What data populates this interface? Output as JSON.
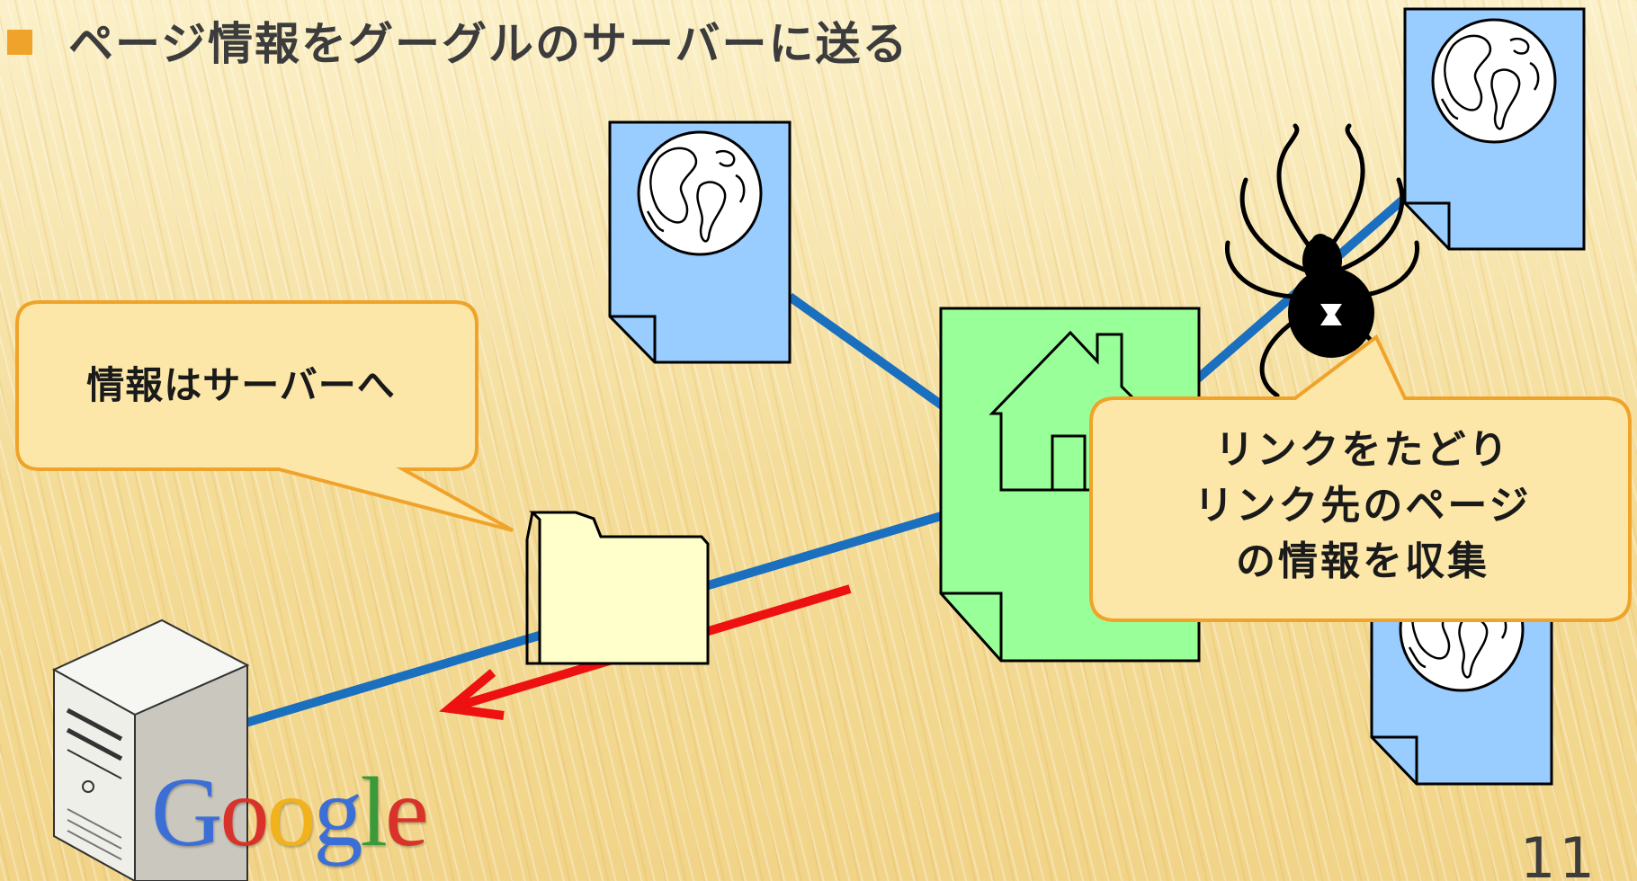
{
  "slide": {
    "title": "ページ情報をグーグルのサーバーに送る",
    "page_number": "11"
  },
  "callouts": {
    "server": "情報はサーバーへ",
    "spider_lines": [
      "リンクをたどり",
      "リンク先のページ",
      "の情報を収集"
    ]
  },
  "logo": {
    "letters": [
      "G",
      "o",
      "o",
      "g",
      "l",
      "e"
    ],
    "colors": [
      "#3b6fd6",
      "#d8322a",
      "#f2b21b",
      "#3b6fd6",
      "#3a9a3a",
      "#d8322a"
    ]
  },
  "colors": {
    "title_bullet": "#f0a32a",
    "link_line": "#1b6fbf",
    "send_arrow": "#ee1111",
    "web_page": "#99ccff",
    "home_page": "#99ff99",
    "folder": "#ffffcc",
    "callout_fill": "#fce7a8",
    "callout_border": "#f0a32a"
  },
  "icons": [
    "title-bullet-icon",
    "globe-icon",
    "house-icon",
    "folder-icon",
    "spider-icon",
    "server-icon",
    "send-arrow-icon"
  ]
}
